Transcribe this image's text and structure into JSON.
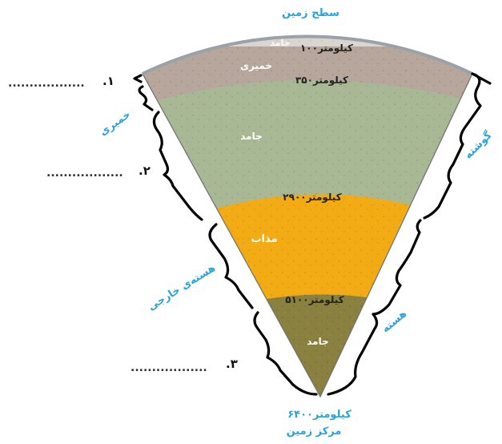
{
  "title_surface": "سطح زمین",
  "center_label_1": "۶۴۰۰کیلومتر",
  "center_label_2": "مرکز زمین",
  "layer_labels": {
    "crust": "جامد",
    "asthenosphere": "خمیری",
    "mantle": "جامد",
    "outer_core": "مذاب",
    "inner_core": "جامد"
  },
  "depth_labels": {
    "d100": "۱۰۰کیلومتر",
    "d350": "۳۵۰کیلومتر",
    "d2900": "۲۹۰۰کیلومتر",
    "d5100": "۵۱۰۰کیلومتر"
  },
  "left_labels": {
    "asthenosphere": "خمیری",
    "outer_core": "هسته‌ی خارجی"
  },
  "right_labels": {
    "mantle": "گوشته",
    "core": "هسته"
  },
  "blanks": {
    "b1_dots": "..................",
    "b1_num": ".۱",
    "b2_dots": "..................",
    "b2_num": ".۲",
    "b3_dots": "..................",
    "b3_num": ".۳"
  },
  "colors": {
    "crust": "#d9d6d2",
    "asthenosphere": "#b7a69c",
    "mantle": "#a9b894",
    "outer_core": "#f3ab14",
    "inner_core": "#8a8040",
    "label_blue": "#2aa3d8"
  }
}
